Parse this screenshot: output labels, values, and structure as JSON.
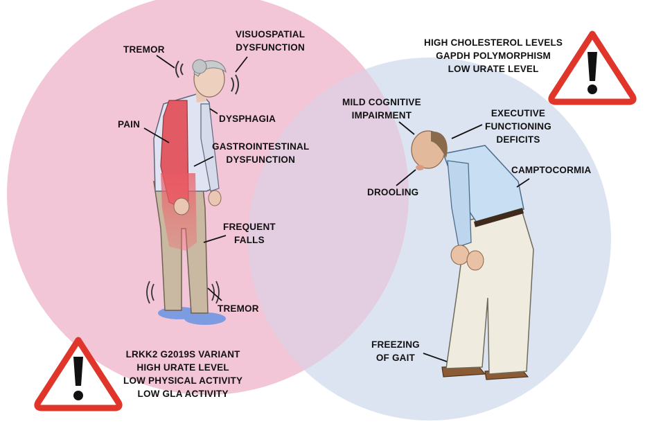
{
  "circles": {
    "left_color": "#f2c6d6",
    "right_color": "#dde4f1",
    "overlap_color": "#e3cde0"
  },
  "warning_color": "#e0352b",
  "left_risk_factors": [
    "LRKK2 G2019S VARIANT",
    "HIGH URATE LEVEL",
    "LOW PHYSICAL ACTIVITY",
    "LOW GLA ACTIVITY"
  ],
  "right_risk_factors": [
    "HIGH CHOLESTEROL LEVELS",
    "GAPDH POLYMORPHISM",
    "LOW URATE LEVEL"
  ],
  "left_symptoms": {
    "tremor_head": "TREMOR",
    "visuospatial": [
      "VISUOSPATIAL",
      "DYSFUNCTION"
    ],
    "dysphagia": "DYSPHAGIA",
    "pain": "PAIN",
    "gastrointestinal": [
      "GASTROINTESTINAL",
      "DYSFUNCTION"
    ],
    "falls": [
      "FREQUENT",
      "FALLS"
    ],
    "tremor_feet": "TREMOR"
  },
  "right_symptoms": {
    "mci": [
      "MILD COGNITIVE",
      "IMPAIRMENT"
    ],
    "executive": [
      "EXECUTIVE",
      "FUNCTIONING",
      "DEFICITS"
    ],
    "camptocormia": "CAMPTOCORMIA",
    "drooling": "DROOLING",
    "freezing": [
      "FREEZING",
      "OF GAIT"
    ]
  },
  "icons": [
    "warning-triangle-icon",
    "elderly-woman-figure",
    "stooped-man-figure"
  ]
}
